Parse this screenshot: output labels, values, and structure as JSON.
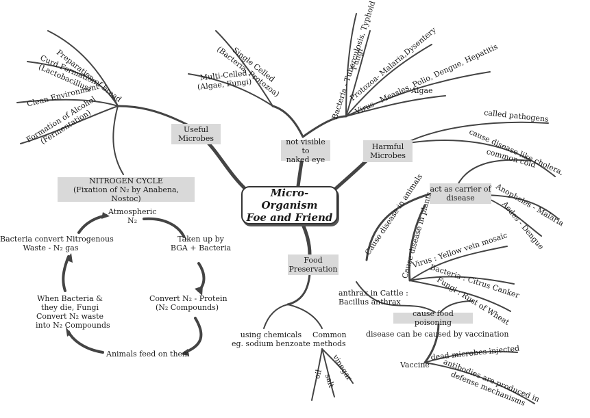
{
  "center": {
    "line1": "Micro-Organism",
    "line2": "Foe and Friend"
  },
  "boxes": {
    "useful": {
      "l1": "Useful",
      "l2": "Microbes"
    },
    "harmful": {
      "l1": "Harmful",
      "l2": "Microbes"
    },
    "not_visible": {
      "l1": "not visible to",
      "l2": "naked eye"
    },
    "food_preservation": {
      "l1": "Food",
      "l2": "Preservation"
    },
    "nitrogen_cycle": {
      "l1": "NITROGEN CYCLE",
      "l2": "(Fixation of N₂ by Anabena, Nostoc)"
    },
    "carrier": {
      "l1": "act as carrier of",
      "l2": "disease"
    },
    "food_poisoning": "cause food poisoning"
  },
  "useful_branches": {
    "bread": "Preparation of bread",
    "curd": "Curd Formation",
    "curd_sub": "(Lactobacillus)",
    "clean": "Clean Environment",
    "alcohol": "Formation of Alcohol",
    "alcohol_sub": "(Fermentation)"
  },
  "not_visible_branches": {
    "single": "Single Celled",
    "single_sub": "(Bacteria, Protozoa)",
    "multi": "Multi-Celled",
    "multi_sub": "(Algae, Fungi)",
    "bacteria": "Bacteria - Tuberculosis, Typhoid",
    "fungi": "Fungi",
    "protozoa": "Protozoa- Malaria,Dysentery",
    "virus": "Virus - Measles, Polio, Dengue, Hepatitis",
    "algae": "Algae"
  },
  "harmful_branches": {
    "pathogens": "called pathogens",
    "cholera": "cause disease like cholera,",
    "cold": "common cold",
    "anopheles": "Anopheles - Malaria",
    "aedes": "Aedes - Dengue",
    "animals": "Cause disease in animals",
    "plants": "Cause disease in plants",
    "virus_plant": "Virus : Yellow vein mosaic",
    "bacteria_plant": "Bacteria : Citrus Canker",
    "fungi_plant": "Fungi : Rust of Wheat",
    "anthrax1": "anthrax in Cattle :",
    "anthrax2": "Bacillus anthrax",
    "vaccination": "disease can be caused by vaccination",
    "vaccine": "Vaccine",
    "dead": "dead microbes injected",
    "antibodies": "antibodies are produced in",
    "defense": "defense mechanisms"
  },
  "food_branches": {
    "chemicals1": "using chemicals",
    "chemicals2": "eg. sodium benzoate",
    "common1": "Common",
    "common2": "methods",
    "oil": "oil",
    "salt": "salt",
    "vinegar": "vinegar"
  },
  "nitrogen": {
    "atm1": "Atmospheric",
    "atm2": "N₂",
    "taken1": "Taken up by",
    "taken2": "BGA + Bacteria",
    "protein1": "Convert N₂ - Protein",
    "protein2": "(N₂ Compounds)",
    "animals": "Animals feed on them",
    "die1": "When Bacteria &",
    "die2": "they die, Fungi",
    "die3": "Convert N₂ waste",
    "die4": "into N₂ Compounds",
    "waste1": "Bacteria convert Nitrogenous",
    "waste2": "Waste - N₂ gas"
  }
}
